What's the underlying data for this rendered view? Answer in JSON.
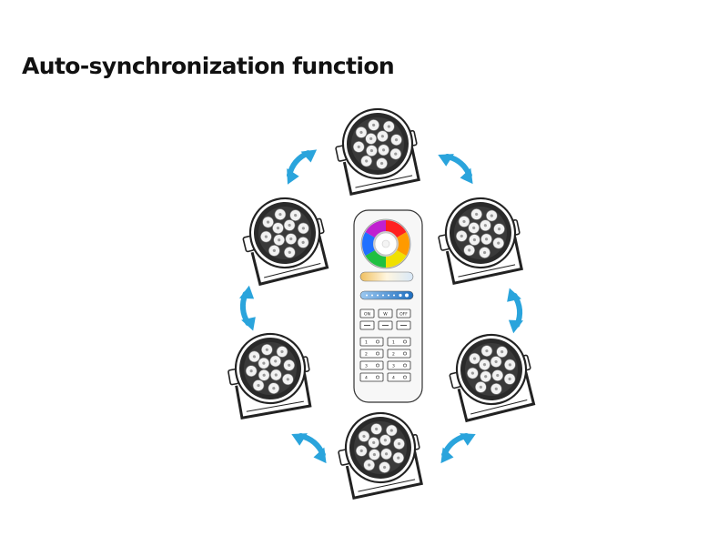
{
  "title": "Auto-synchronization function",
  "device_count": 6,
  "remote": {
    "buttons": {
      "on": "ON",
      "w": "W",
      "off": "OFF"
    },
    "zone_labels": [
      "1",
      "2",
      "3",
      "4"
    ]
  },
  "colors": {
    "arrow": "#2aa4dc",
    "outline": "#222222",
    "remote_body": "#f7f7f7",
    "brightness_bar": "#3a8fd8"
  }
}
